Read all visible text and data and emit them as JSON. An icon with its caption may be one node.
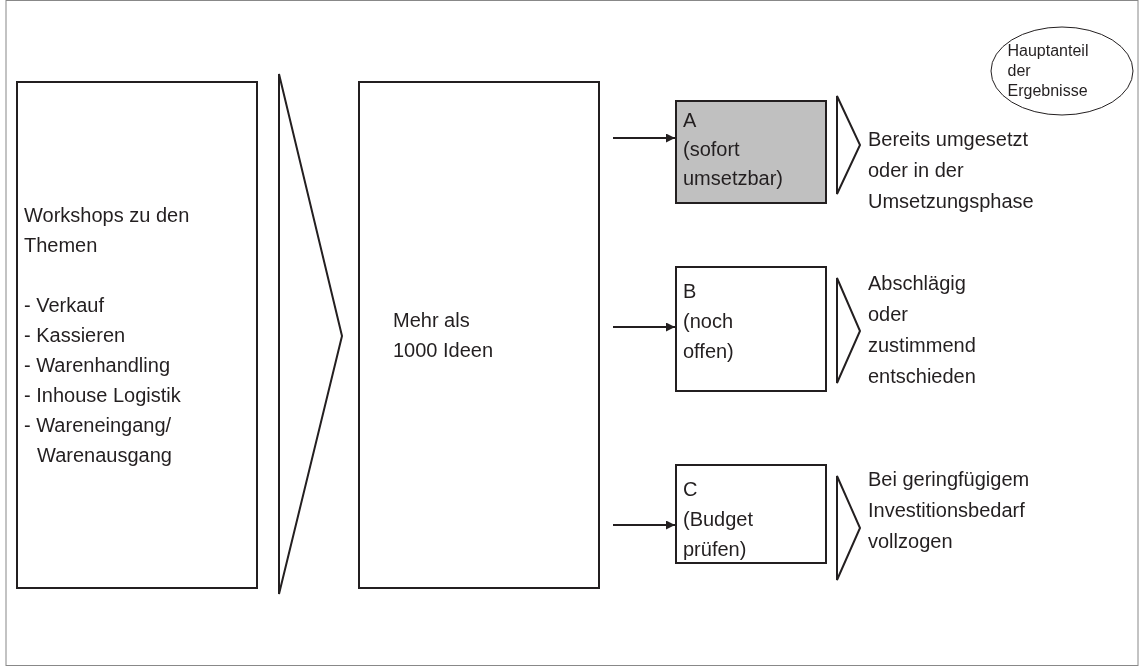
{
  "diagram": {
    "nodes": [
      {
        "text": [
          "Workshops zu den Themen",
          "- Verkauf",
          "- Kassieren",
          "- Warenhandling",
          "- Inhouse Logistik",
          "- Wareneingang/ Warenausgang"
        ]
      },
      {
        "text": [
          "Mehr als 1000 Ideen"
        ]
      },
      {
        "text": [
          "A",
          "(sofort umsetzbar)"
        ]
      },
      {
        "text": [
          "Bereits umgesetzt oder in der Umsetzungsphase"
        ]
      },
      {
        "text": [
          "Hauptanteil der Ergebnisse"
        ]
      },
      {
        "text": [
          "B",
          "(noch offen)"
        ]
      },
      {
        "text": [
          "Abschlägig oder zustimmend entschieden"
        ]
      },
      {
        "text": [
          "C",
          "(Budget prüfen)"
        ]
      },
      {
        "text": [
          "Bei geringfügigem Investitionsbedarf vollzogen"
        ]
      }
    ],
    "edges": [
      {
        "from": 0,
        "to": 1,
        "arrow": "to"
      },
      {
        "from": 1,
        "to": 2,
        "arrow": "to"
      },
      {
        "from": 2,
        "to": 3,
        "arrow": "to"
      },
      {
        "from": 1,
        "to": 5,
        "arrow": "to"
      },
      {
        "from": 5,
        "to": 6,
        "arrow": "to"
      },
      {
        "from": 1,
        "to": 7,
        "arrow": "to"
      },
      {
        "from": 7,
        "to": 8,
        "arrow": "to"
      }
    ]
  }
}
